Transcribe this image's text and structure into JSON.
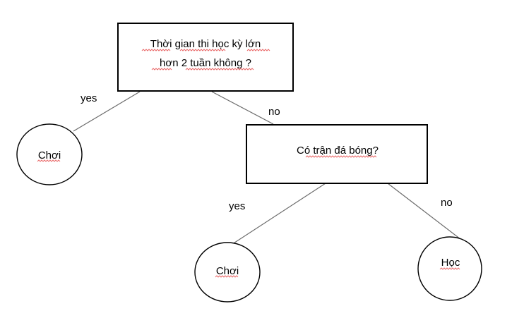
{
  "nodes": {
    "root": {
      "line1": "Thời gian thi học kỳ lớn",
      "line2": "hơn 2 tuần không ?"
    },
    "decision": {
      "label": "Có trận đá bóng?"
    },
    "leaf_left": {
      "label": "Chơi"
    },
    "leaf_mid": {
      "label": "Chơi"
    },
    "leaf_right": {
      "label": "Học"
    }
  },
  "edges": {
    "root_yes": "yes",
    "root_no": "no",
    "decision_yes": "yes",
    "decision_no": "no"
  },
  "colors": {
    "stroke": "#000000",
    "edge": "#6b6b6b",
    "spellcheck_underline": "#ea6a6a"
  }
}
